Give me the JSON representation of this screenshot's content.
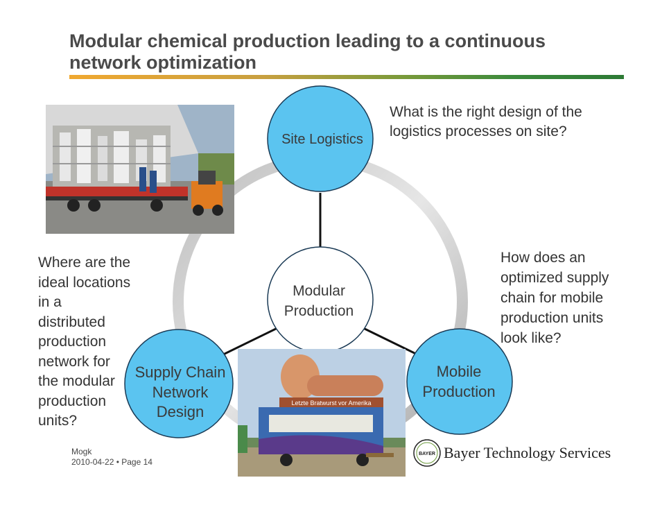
{
  "slide": {
    "title_line1": "Modular chemical production leading to a continuous",
    "title_line2": "network optimization"
  },
  "circles": {
    "site_logistics": "Site Logistics",
    "modular_production": [
      "Modular",
      "Production"
    ],
    "supply_chain": [
      "Supply Chain",
      "Network",
      "Design"
    ],
    "mobile_production": [
      "Mobile",
      "Production"
    ]
  },
  "questions": {
    "site": [
      "What is the right design of the",
      "logistics processes on site?"
    ],
    "locations": [
      "Where are the",
      "ideal locations",
      "in a",
      "distributed",
      "production",
      "network for",
      "the modular",
      "production",
      "units?"
    ],
    "mobile": [
      "How does an",
      "optimized supply",
      "chain for mobile",
      "production units",
      "look like?"
    ]
  },
  "photos": {
    "bottom_sign": "Letzte Bratwurst vor Amerika"
  },
  "footer": {
    "author": "Mogk",
    "date_page": "2010-04-22 • Page 14"
  },
  "logo": {
    "text": "Bayer Technology Services",
    "cross_letters": "BAYER"
  },
  "colors": {
    "circle_fill": "#5bc4f0",
    "circle_stroke": "#1a3a55",
    "ring": "#c8c8c8",
    "title": "#4a4a4a"
  }
}
